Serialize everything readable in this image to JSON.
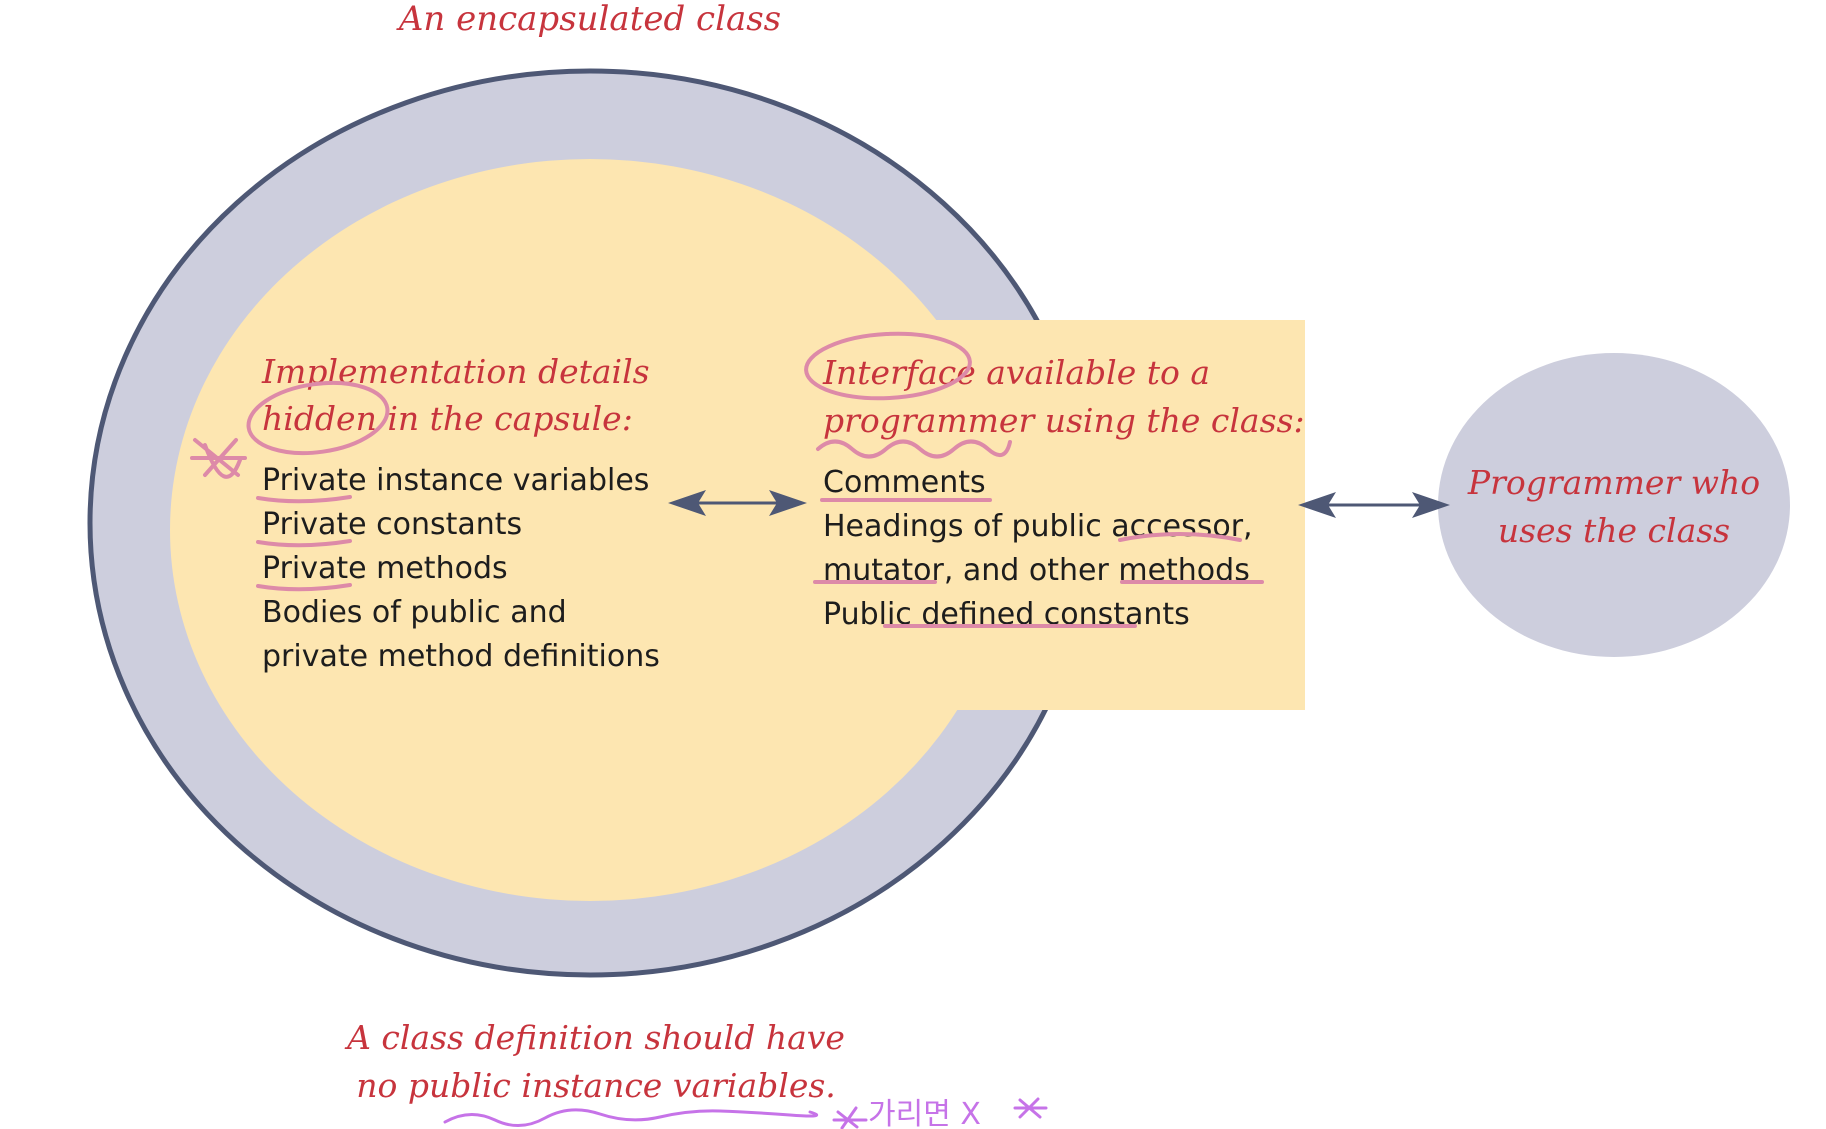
{
  "diagram": {
    "title": "An encapsulated class",
    "implementation": {
      "heading": [
        "Implementation details",
        "hidden in the capsule:"
      ],
      "items": [
        "Private instance variables",
        "Private constants",
        "Private methods",
        "Bodies of public and",
        "private method definitions"
      ]
    },
    "interface": {
      "heading": [
        "Interface available to a",
        "programmer using the class:"
      ],
      "items": [
        "Comments",
        "Headings of public accessor,",
        "mutator, and other methods",
        "Public defined constants"
      ]
    },
    "programmer": [
      "Programmer who",
      "uses the class"
    ],
    "footer": [
      "A class definition should have",
      "no public instance variables."
    ],
    "handwritten_note": "가리면 X"
  },
  "colors": {
    "capsule_ring": "#cdcedd",
    "capsule_outline": "#4e5875",
    "capsule_fill": "#fde6b1",
    "programmer_fill": "#cdcedd",
    "heading_text": "#c7343d",
    "body_text": "#1d1d1d",
    "arrow": "#4e5875",
    "annotation_pink": "#dd8aa8",
    "annotation_purple": "#c673e8"
  }
}
